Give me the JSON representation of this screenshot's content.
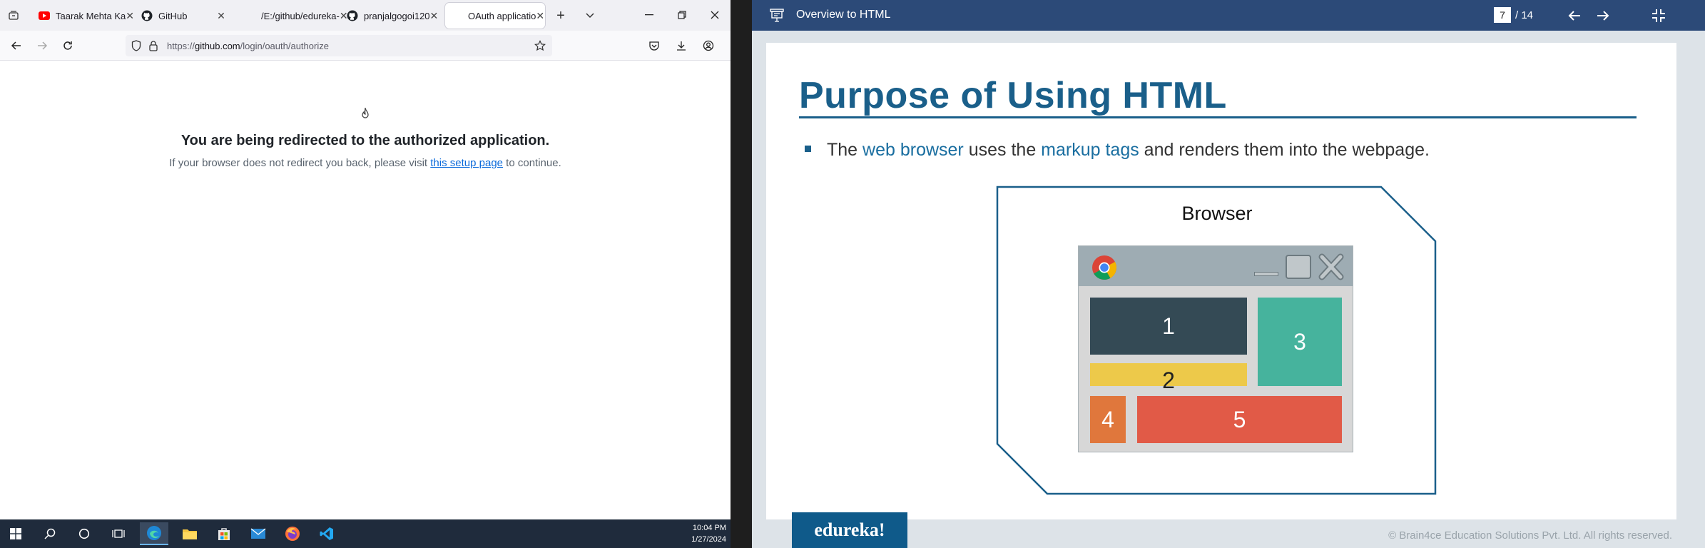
{
  "browser": {
    "tabs": [
      {
        "title": "Taarak Mehta Ka",
        "icon": "youtube-icon",
        "active": false
      },
      {
        "title": "GitHub",
        "icon": "github-icon",
        "active": false
      },
      {
        "title": "/E:/github/edureka-",
        "icon": "file-icon",
        "active": false
      },
      {
        "title": "pranjalgogoi120",
        "icon": "github-icon",
        "active": false
      },
      {
        "title": "OAuth applicatio",
        "icon": "none",
        "active": true
      }
    ],
    "url": {
      "prefix": "https://",
      "host": "github.com",
      "path": "/login/oauth/authorize"
    },
    "page": {
      "title": "You are being redirected to the authorized application.",
      "sub_before": "If your browser does not redirect you back, please visit ",
      "link": "this setup page",
      "sub_after": " to continue."
    }
  },
  "taskbar": {
    "time": "10:04 PM",
    "date": "1/27/2024"
  },
  "viewer": {
    "title": "Overview to HTML",
    "current_page": "7",
    "total_pages": "/ 14"
  },
  "slide": {
    "heading": "Purpose of Using HTML",
    "bullet": {
      "t1": "The ",
      "h1": "web browser",
      "t2": " uses the ",
      "h2": "markup tags",
      "t3": " and renders them into the webpage."
    },
    "diagram": {
      "label": "Browser",
      "blocks": [
        {
          "label": "1",
          "color": "#344a55"
        },
        {
          "label": "2",
          "color": "#edc94a"
        },
        {
          "label": "3",
          "color": "#46b39d"
        },
        {
          "label": "4",
          "color": "#e0773c"
        },
        {
          "label": "5",
          "color": "#e15a47"
        }
      ]
    },
    "brand": "edureka!",
    "copyright": "© Brain4ce Education Solutions Pvt. Ltd. All rights reserved."
  }
}
